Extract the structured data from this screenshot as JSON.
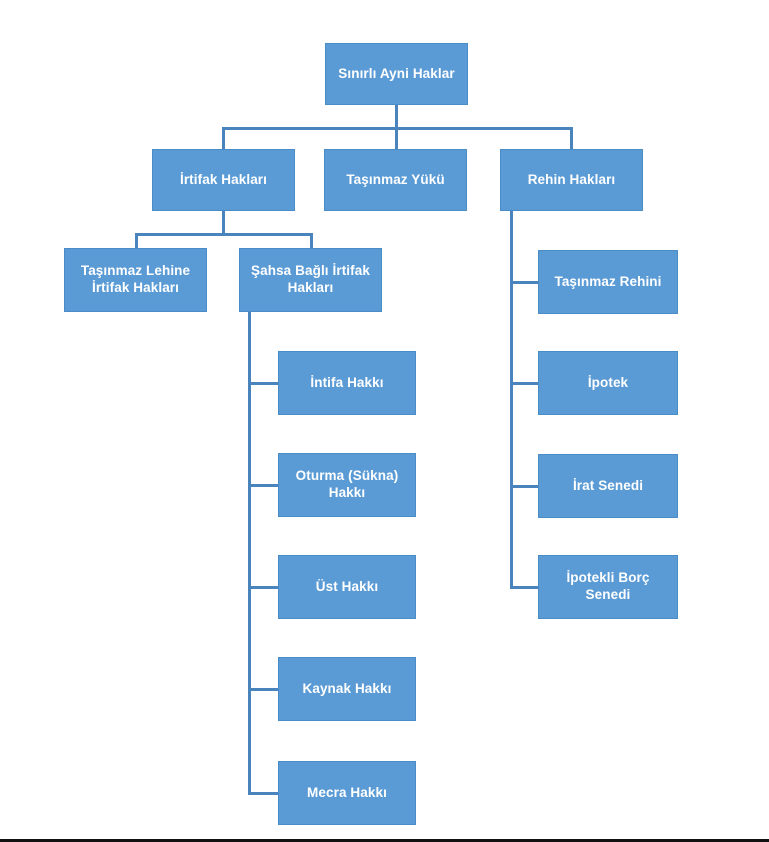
{
  "diagram": {
    "type": "organization-chart",
    "title_text": "Sınırlı Ayni Haklar",
    "colors": {
      "node_fill": "#5b9bd5",
      "node_border": "#4a8cc7",
      "connector": "#4a84bd",
      "node_text": "#ffffff",
      "background": "#ffffff",
      "frame_line": "#111111"
    },
    "nodes": {
      "root": "Sınırlı Ayni Haklar",
      "level2": [
        "İrtifak Hakları",
        "Taşınmaz Yükü",
        "Rehin Hakları"
      ],
      "irtifak_children": [
        "Taşınmaz Lehine\nİrtifak Hakları",
        "Şahsa Bağlı İrtifak\nHakları"
      ],
      "sahsa_bagli_children": [
        "İntifa Hakkı",
        "Oturma (Sükna)\nHakkı",
        "Üst Hakkı",
        "Kaynak Hakkı",
        "Mecra Hakkı"
      ],
      "rehin_children": [
        "Taşınmaz Rehini",
        "İpotek",
        "İrat Senedi",
        "İpotekli Borç\nSenedi"
      ]
    }
  }
}
